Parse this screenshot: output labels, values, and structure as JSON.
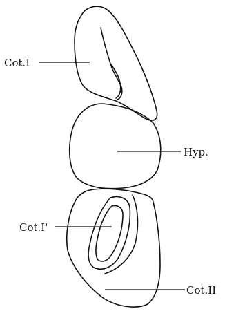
{
  "labels": {
    "cot_1": "Cot.I",
    "hyp": "Hyp.",
    "cot_1_prime": "Cot.I'",
    "cot_2": "Cot.II"
  }
}
